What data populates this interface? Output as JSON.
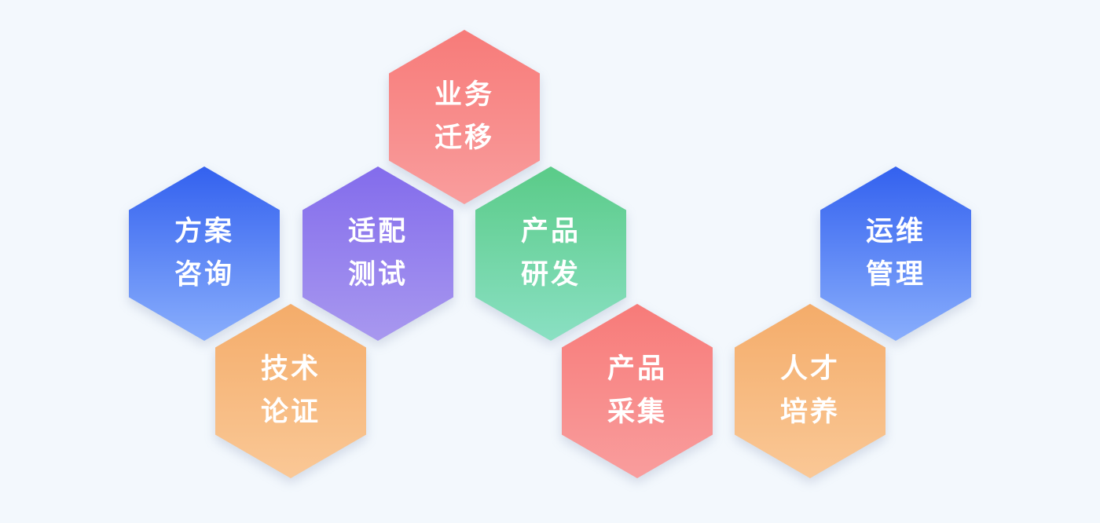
{
  "hexagons": [
    {
      "id": "yewu",
      "lines": [
        "业务",
        "迁移"
      ],
      "color": "red"
    },
    {
      "id": "fangan",
      "lines": [
        "方案",
        "咨询"
      ],
      "color": "blue"
    },
    {
      "id": "shipei",
      "lines": [
        "适配",
        "测试"
      ],
      "color": "purple"
    },
    {
      "id": "yanfa",
      "lines": [
        "产品",
        "研发"
      ],
      "color": "green"
    },
    {
      "id": "yunwei",
      "lines": [
        "运维",
        "管理"
      ],
      "color": "blue"
    },
    {
      "id": "jishu",
      "lines": [
        "技术",
        "论证"
      ],
      "color": "orange"
    },
    {
      "id": "caiji",
      "lines": [
        "产品",
        "采集"
      ],
      "color": "red"
    },
    {
      "id": "rencai",
      "lines": [
        "人才",
        "培养"
      ],
      "color": "orange"
    }
  ],
  "colors": {
    "background": "#f3f8fd",
    "blue_top": "#3361ef",
    "blue_bottom": "#89aefc",
    "purple_top": "#836cec",
    "purple_bottom": "#a898ef",
    "red_top": "#f77b79",
    "red_bottom": "#f99d9d",
    "green_top": "#5acb88",
    "green_bottom": "#8ae0c3",
    "orange_top": "#f4ac6a",
    "orange_bottom": "#fac896",
    "text": "#ffffff"
  }
}
